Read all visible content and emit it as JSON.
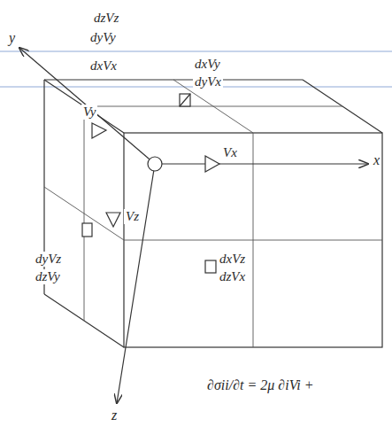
{
  "diagram": {
    "labels": [
      "dzVz",
      "dyVy",
      "dxVx",
      "dxVy",
      "dyVx",
      "Vy",
      "Vx",
      "Vz",
      "dyVz",
      "dzVy",
      "dxVz",
      "dzVx",
      "y",
      "x",
      "z",
      "∂σii/∂t = 2μ ∂iVi +"
    ]
  }
}
